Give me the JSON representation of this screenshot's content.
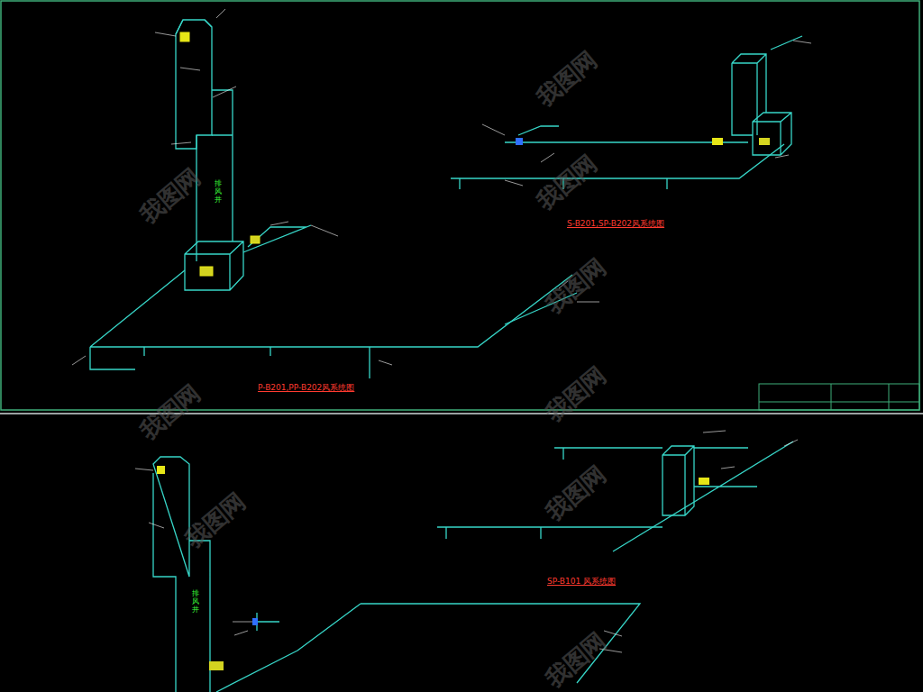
{
  "diagram": {
    "labels": [
      "P-B201,PP-B202风系统图",
      "S-B201,SP-B202风系统图",
      "SP-B101 风系统图",
      "排风井",
      "排风井",
      "我图网",
      "我图网",
      "我图网",
      "我图网",
      "我图网",
      "我图网",
      "我图网",
      "我图网",
      "我图网"
    ]
  }
}
